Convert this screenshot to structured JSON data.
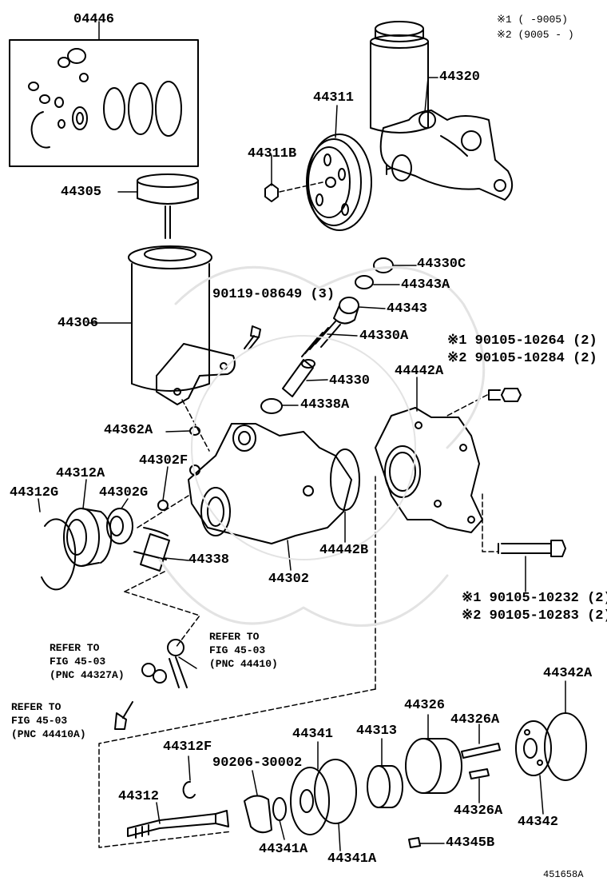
{
  "legend": {
    "line1": "※1 (       -9005)",
    "line2": "※2 (9005 -       )"
  },
  "labels": {
    "p04446": "04446",
    "p44311": "44311",
    "p44320": "44320",
    "p44311B": "44311B",
    "p44305": "44305",
    "p44330C": "44330C",
    "p44343A": "44343A",
    "p90119": "90119-08649 (3)",
    "p44343": "44343",
    "p44306": "44306",
    "p44330A": "44330A",
    "p90105a1": "※1 90105-10264 (2)",
    "p90105a2": "※2 90105-10284 (2)",
    "p44330": "44330",
    "p44442A": "44442A",
    "p44338A": "44338A",
    "p44362A": "44362A",
    "p44302F": "44302F",
    "p44312A": "44312A",
    "p44312G": "44312G",
    "p44302G": "44302G",
    "p44338": "44338",
    "p44442B": "44442B",
    "p44302": "44302",
    "p90105b1": "※1 90105-10232 (2)",
    "p90105b2": "※2 90105-10283 (2)",
    "ref1": [
      "REFER TO",
      "FIG 45-03",
      "(PNC 44327A)"
    ],
    "ref2": [
      "REFER TO",
      "FIG 45-03",
      "(PNC 44410)"
    ],
    "ref3": [
      "REFER TO",
      "FIG 45-03",
      "(PNC 44410A)"
    ],
    "p44342A": "44342A",
    "p44326": "44326",
    "p44341": "44341",
    "p44313": "44313",
    "p44326Atop": "44326A",
    "p44312F": "44312F",
    "p90206": "90206-30002",
    "p44312": "44312",
    "p44326Abot": "44326A",
    "p44342": "44342",
    "p44341Aleft": "44341A",
    "p44341Aright": "44341A",
    "p44345B": "44345B"
  },
  "figure_id": "451658A"
}
